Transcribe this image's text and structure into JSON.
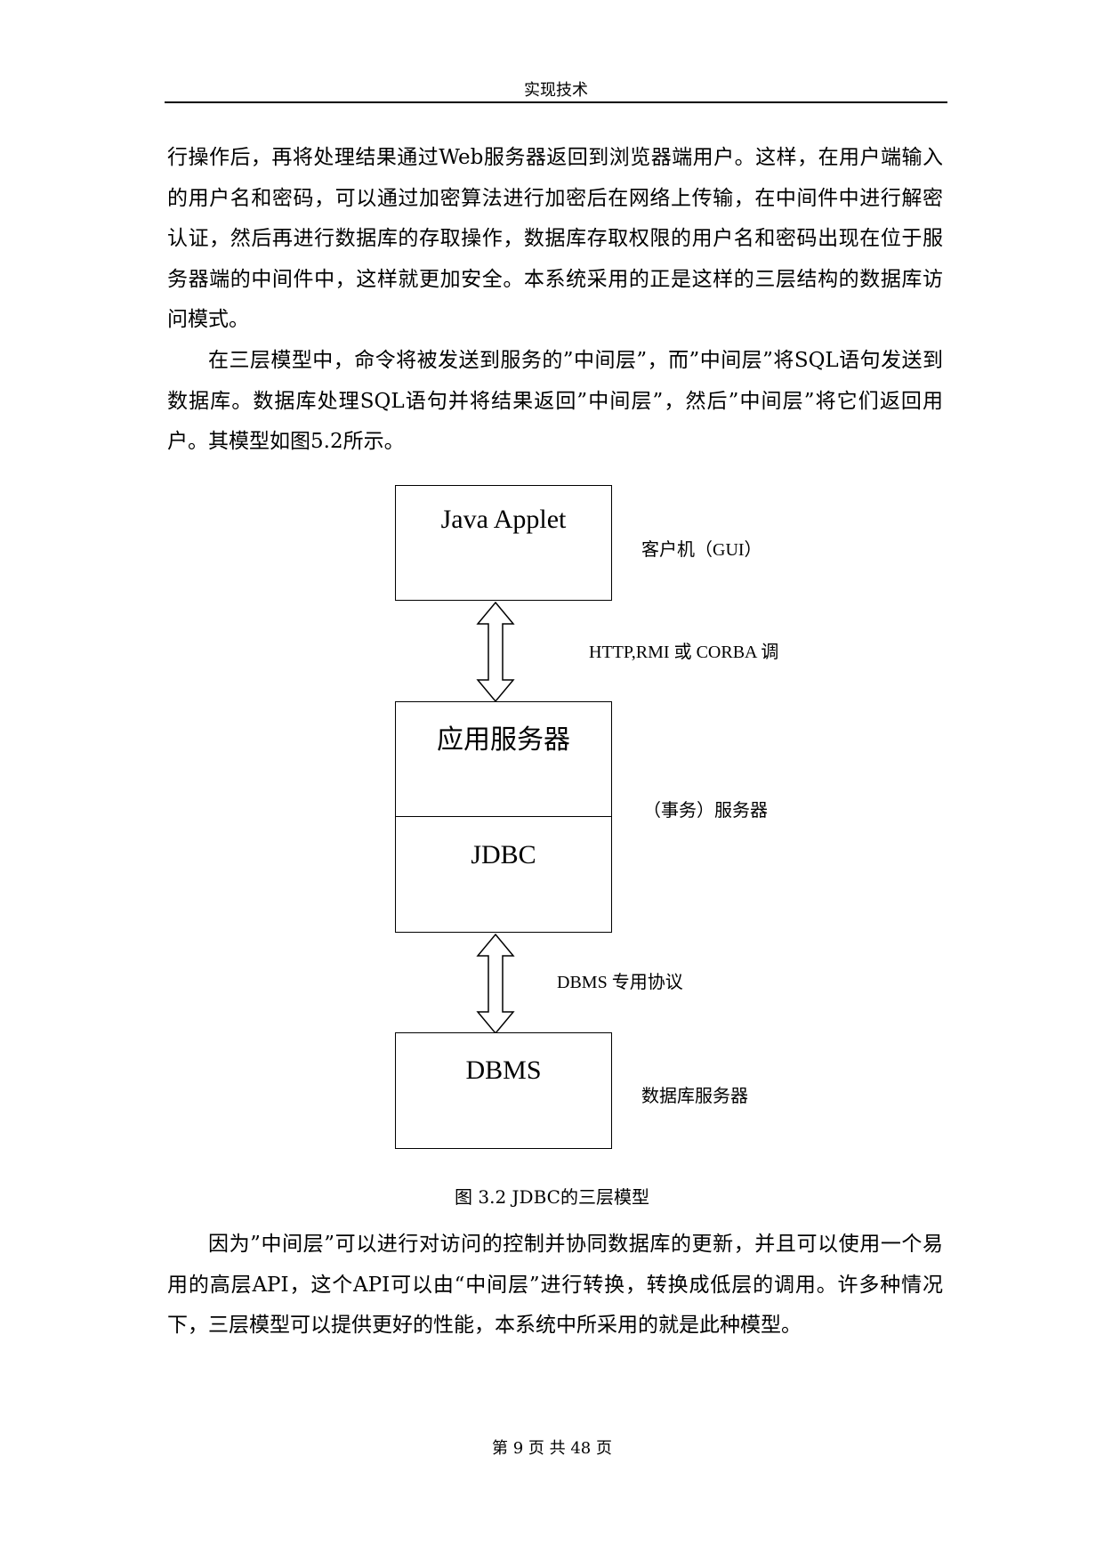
{
  "header": {
    "title": "实现技术"
  },
  "paragraphs_top": [
    "行操作后，再将处理结果通过Web服务器返回到浏览器端用户。这样，在用户端输入的用户名和密码，可以通过加密算法进行加密后在网络上传输，在中间件中进行解密认证，然后再进行数据库的存取操作，数据库存取权限的用户名和密码出现在位于服务器端的中间件中，这样就更加安全。本系统采用的正是这样的三层结构的数据库访问模式。",
    "在三层模型中，命令将被发送到服务的”中间层”，而”中间层”将SQL语句发送到数据库。数据库处理SQL语句并将结果返回”中间层”，然后”中间层”将它们返回用户。其模型如图5.2所示。"
  ],
  "figure": {
    "boxes": {
      "client": "Java Applet",
      "app_server": "应用服务器",
      "jdbc": "JDBC",
      "dbms": "DBMS"
    },
    "side_labels": {
      "client": "客户机（GUI）",
      "protocol_top": "HTTP,RMI 或 CORBA 调",
      "server": "（事务）服务器",
      "protocol_bottom": "DBMS 专用协议",
      "db_server": "数据库服务器"
    },
    "caption": "图 3.2 JDBC的三层模型"
  },
  "paragraphs_bottom": [
    "因为”中间层”可以进行对访问的控制并协同数据库的更新，并且可以使用一个易用的高层API，这个API可以由“中间层”进行转换，转换成低层的调用。许多种情况下，三层模型可以提供更好的性能，本系统中所采用的就是此种模型。"
  ],
  "footer": {
    "page_text": "第 9 页 共 48 页"
  }
}
